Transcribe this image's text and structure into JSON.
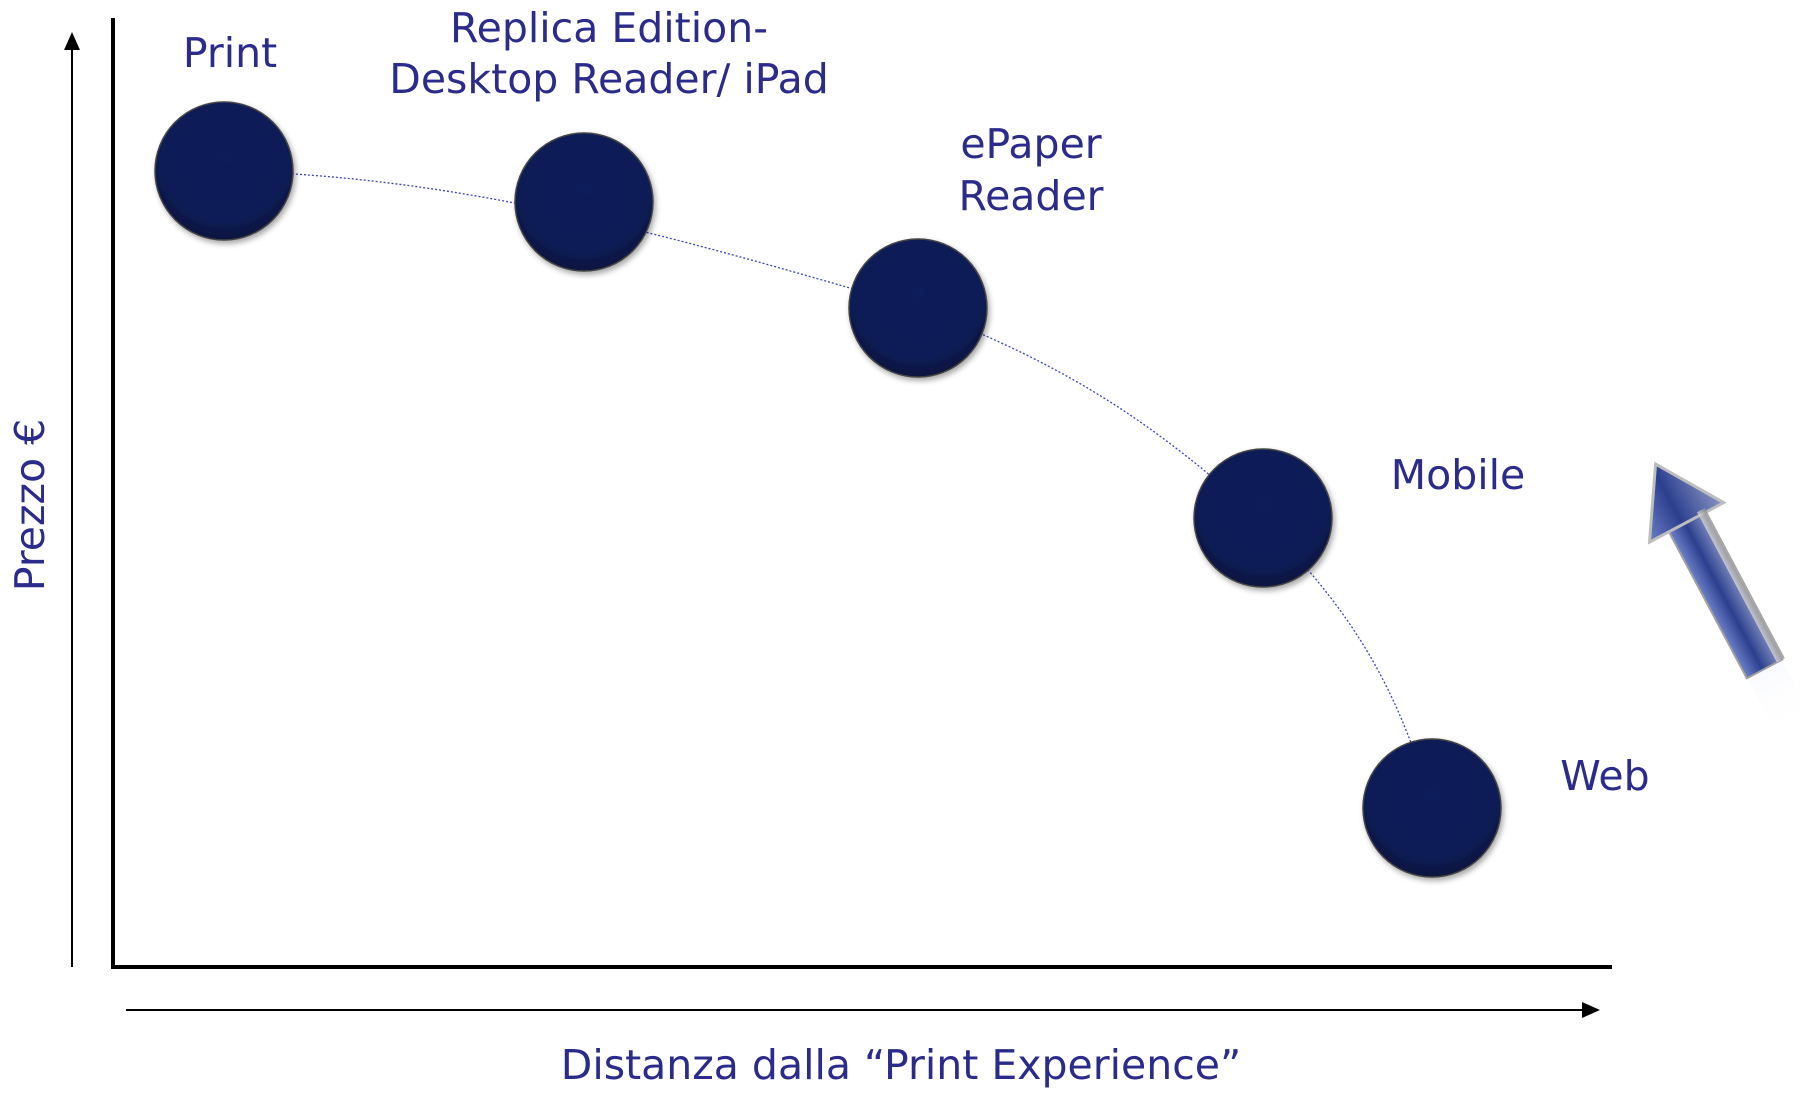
{
  "diagram": {
    "y_axis_title": "Prezzo €",
    "x_axis_title": "Distanza dalla “Print Experience”",
    "nodes": [
      {
        "id": "print",
        "lines": [
          "Print"
        ]
      },
      {
        "id": "replica",
        "lines": [
          "Replica Edition-",
          "Desktop Reader/ iPad"
        ]
      },
      {
        "id": "epaper",
        "lines": [
          "ePaper",
          "Reader"
        ]
      },
      {
        "id": "mobile",
        "lines": [
          "Mobile"
        ]
      },
      {
        "id": "web",
        "lines": [
          "Web"
        ]
      }
    ],
    "colors": {
      "node_fill": "#0d1f5c",
      "text": "#2b2b8c",
      "axis": "#000000",
      "connector": "#3b46b8"
    },
    "icons": [
      "up-arrow-icon"
    ]
  }
}
